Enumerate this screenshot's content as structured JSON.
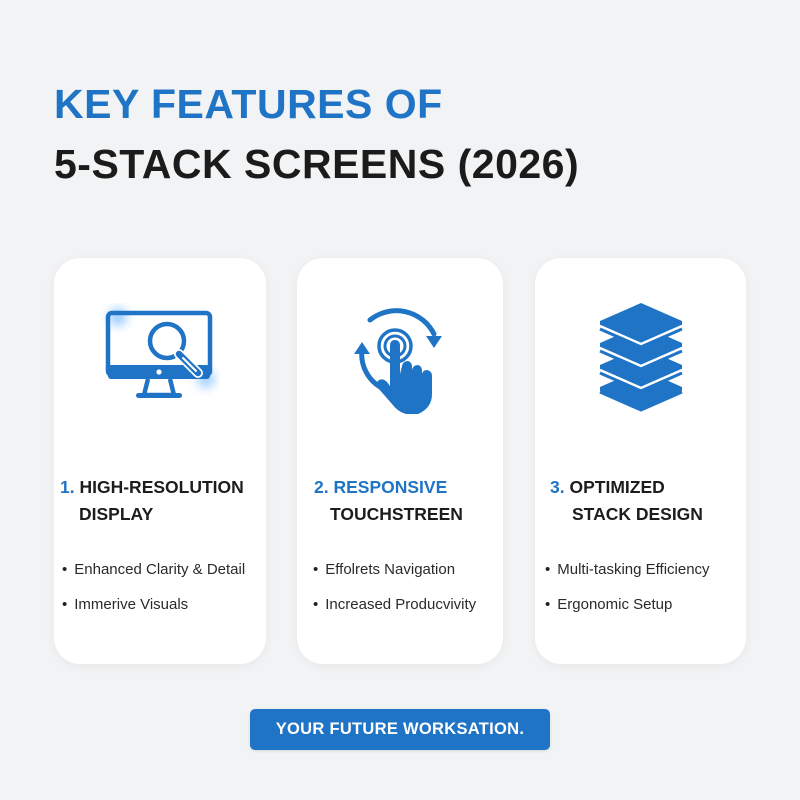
{
  "title": {
    "line1": "KEY FEATURES OF",
    "line2": "5-STACK SCREENS (2026)"
  },
  "colors": {
    "accent": "#1f74c6",
    "text_dark": "#1b1b1b",
    "background": "#f2f3f4",
    "card": "#ffffff"
  },
  "features": [
    {
      "icon": "monitor-magnifier-icon",
      "number": "1.",
      "title_line1": "HIGH-RESOLUTION",
      "title_line2": "DISPLAY",
      "bullets": [
        "Enhanced Clarity & Detail",
        "Immerive Visuals"
      ]
    },
    {
      "icon": "touch-gesture-icon",
      "number": "2.",
      "title_line1": "RESPONSIVE",
      "title_line2": "TOUCHSTREEN",
      "bullets": [
        "Effolrets Navigation",
        "Increased Producvivity"
      ]
    },
    {
      "icon": "stacked-layers-icon",
      "number": "3.",
      "title_line1": "OPTIMIZED",
      "title_line2": "STACK DESIGN",
      "bullets": [
        "Multi-tasking Efficiency",
        "Ergonomic Setup"
      ]
    }
  ],
  "cta": {
    "label": "YOUR FUTURE WORKSATION."
  }
}
